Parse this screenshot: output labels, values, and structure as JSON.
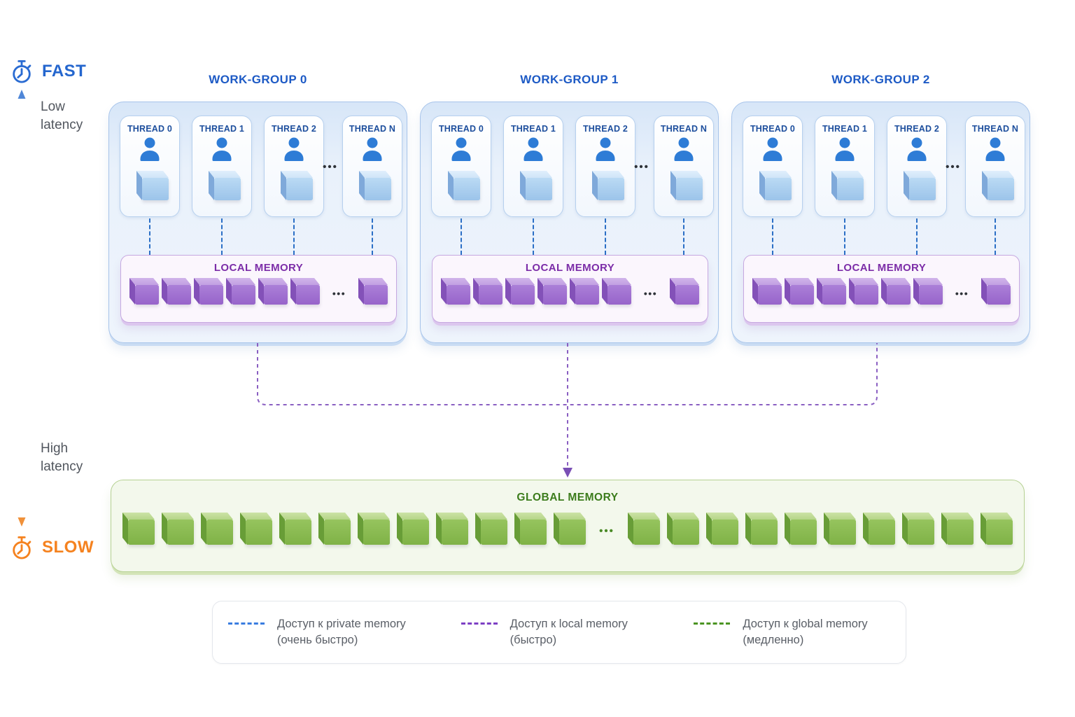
{
  "speed_scale": {
    "fast": "FAST",
    "low_latency": "Low latency",
    "high_latency": "High latency",
    "slow": "SLOW"
  },
  "dots": "•••",
  "work_groups": [
    {
      "title": "WORK-GROUP 0",
      "threads": [
        "THREAD 0",
        "THREAD 1",
        "THREAD 2",
        "THREAD N"
      ],
      "local_memory": "LOCAL MEMORY"
    },
    {
      "title": "WORK-GROUP 1",
      "threads": [
        "THREAD 0",
        "THREAD 1",
        "THREAD 2",
        "THREAD N"
      ],
      "local_memory": "LOCAL MEMORY"
    },
    {
      "title": "WORK-GROUP 2",
      "threads": [
        "THREAD 0",
        "THREAD 1",
        "THREAD 2",
        "THREAD N"
      ],
      "local_memory": "LOCAL MEMORY"
    }
  ],
  "local_memory_cubes_visible": {
    "before_ellipsis": 6,
    "after_ellipsis": 1
  },
  "global_memory": {
    "label": "GLOBAL MEMORY",
    "cubes_visible_before_ellipsis": 12,
    "cubes_visible_after_ellipsis": 10
  },
  "legend": [
    {
      "label": "Доступ к private memory",
      "sublabel": "(очень быстро)",
      "line_color": "#3a7de0"
    },
    {
      "label": "Доступ к local memory",
      "sublabel": "(быстро)",
      "line_color": "#7d3fc4"
    },
    {
      "label": "Доступ к global memory",
      "sublabel": "(медленно)",
      "line_color": "#4b9422"
    }
  ],
  "colors": {
    "fast_label": "#2466ce",
    "slow_label": "#f5821f",
    "work_group_title": "#1d5ac5",
    "thread_label": "#1d4e9d",
    "local_memory_title": "#7c2da8",
    "global_memory_title": "#3c7c1c",
    "private_access_dash": "#2b6fc6",
    "local_access_dash": "#8a5fc2",
    "global_access_dash": "#4b9422"
  }
}
